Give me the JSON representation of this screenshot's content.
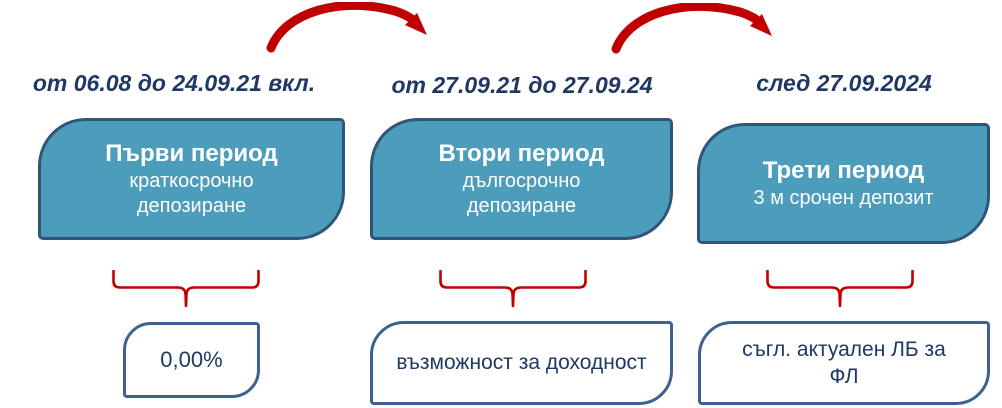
{
  "colors": {
    "arrow_red": "#C00000",
    "period_box_fill": "#4C9CBB",
    "period_box_border": "#315578",
    "result_box_border": "#3E6191",
    "navy_text": "#1F3864",
    "white_text": "#FFFFFF"
  },
  "icons": [
    {
      "name": "curved-arrow-icon",
      "meaning": "transition from one period to the next"
    },
    {
      "name": "brace-icon",
      "meaning": "groups period box to its result"
    }
  ],
  "columns": [
    {
      "date_label": "от 06.08 до 24.09.21 вкл.",
      "period_title": "Първи период",
      "period_subtitle": "краткосрочно депозиране",
      "result": "0,00%"
    },
    {
      "date_label": "от 27.09.21 до 27.09.24",
      "period_title": "Втори период",
      "period_subtitle": "дългосрочно депозиране",
      "result": "възможност за доходност"
    },
    {
      "date_label": "след 27.09.2024",
      "period_title": "Трети период",
      "period_subtitle": "3 м срочен депозит",
      "result": "съгл. актуален ЛБ за ФЛ"
    }
  ]
}
